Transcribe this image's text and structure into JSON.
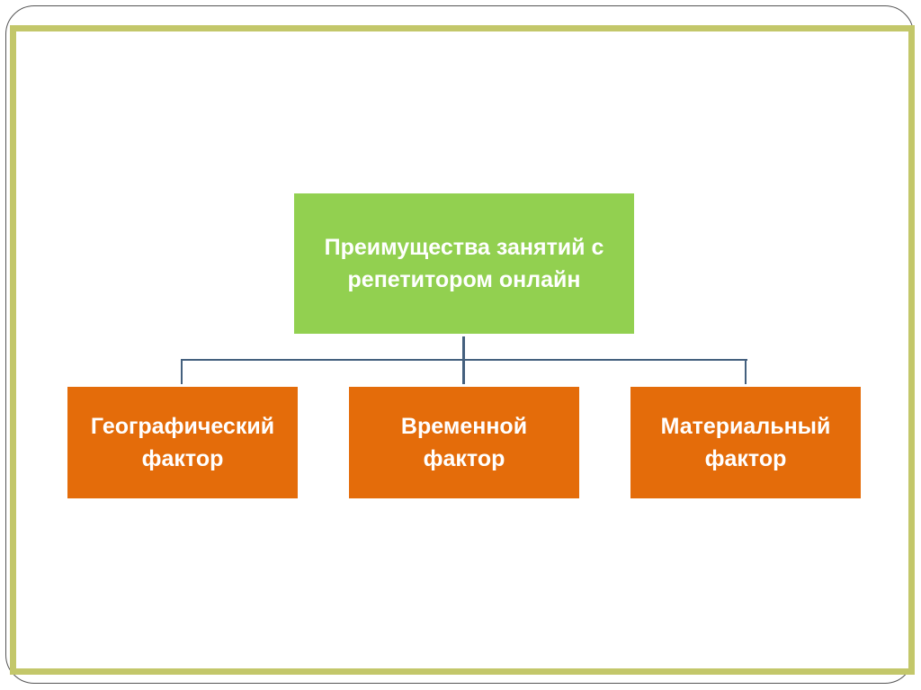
{
  "diagram": {
    "root": {
      "label": "Преимущества занятий с репетитором онлайн"
    },
    "children": [
      {
        "label": "Географический фактор"
      },
      {
        "label": "Временной фактор"
      },
      {
        "label": "Материальный фактор"
      }
    ],
    "colors": {
      "root": "#92d050",
      "children": "#e46c0a",
      "connector": "#44607e",
      "border": "#c3c76a"
    }
  }
}
